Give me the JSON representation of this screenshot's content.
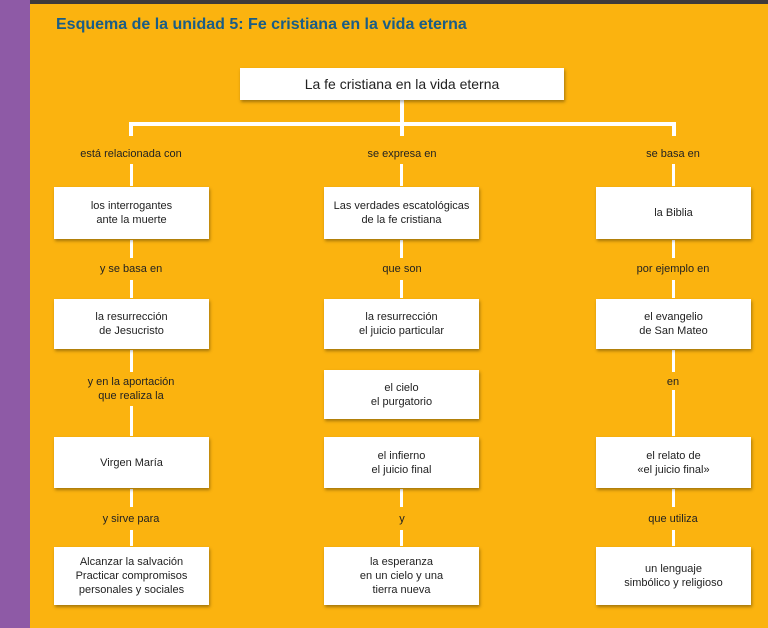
{
  "header": {
    "title": "Esquema de la unidad 5: Fe cristiana en la vida eterna"
  },
  "root": {
    "text": "La fe cristiana en la vida eterna"
  },
  "columns": [
    {
      "relation": "está relacionada con",
      "boxes": [
        "los interrogantes\nante la muerte",
        "la resurrección\nde Jesucristo",
        "Virgen María",
        "Alcanzar la salvación\nPracticar compromisos\npersonales y sociales"
      ],
      "connectors": [
        "y se basa en",
        "y en la aportación\nque realiza la",
        "y sirve para"
      ]
    },
    {
      "relation": "se expresa en",
      "boxes": [
        "Las verdades escatológicas\nde la fe cristiana",
        "la resurrección\nel juicio particular",
        "el cielo\nel purgatorio",
        "el infierno\nel juicio final",
        "la esperanza\nen un cielo y una\ntierra nueva"
      ],
      "connectors": [
        "que son",
        "y"
      ]
    },
    {
      "relation": "se basa en",
      "boxes": [
        "la Biblia",
        "el evangelio\nde San Mateo",
        "el relato de\n«el juicio final»",
        "un lenguaje\nsimbólico y religioso"
      ],
      "connectors": [
        "por ejemplo en",
        "en",
        "que utiliza"
      ]
    }
  ],
  "colors": {
    "background": "#fbb30f",
    "side_band": "#8e5aa6",
    "title": "#1a5d86",
    "box": "#ffffff",
    "connector": "#ffffff"
  }
}
